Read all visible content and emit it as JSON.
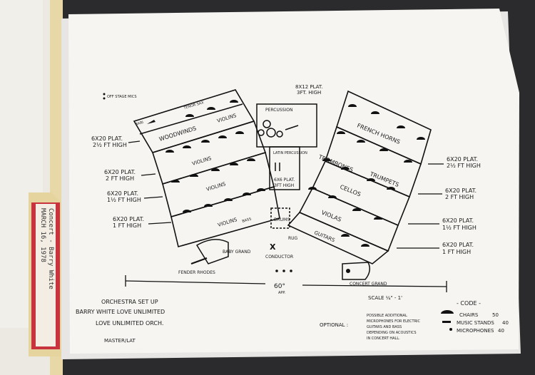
{
  "folder_tab": {
    "date": "MARCH 16, 1978",
    "title": "Concert - Barry White"
  },
  "left_platforms": [
    {
      "label": "6X20 PLAT.",
      "height": "2½ FT HIGH"
    },
    {
      "label": "6X20 PLAT.",
      "height": "2 FT HIGH"
    },
    {
      "label": "6X20 PLAT.",
      "height": "1½ FT HIGH"
    },
    {
      "label": "6X20 PLAT.",
      "height": "1 FT HIGH"
    }
  ],
  "right_platforms": [
    {
      "label": "6X20 PLAT.",
      "height": "2½ FT HIGH"
    },
    {
      "label": "6X20 PLAT.",
      "height": "2 FT HIGH"
    },
    {
      "label": "6X20 PLAT.",
      "height": "1½ FT HIGH"
    },
    {
      "label": "6X20 PLAT.",
      "height": "1 FT HIGH"
    }
  ],
  "left_sections": [
    "WOODWINDS",
    "VIOLINS",
    "VIOLINS",
    "VIOLINS",
    "VIOLINS"
  ],
  "left_small": [
    "TENOR SAX",
    "BARI"
  ],
  "right_sections": [
    "FRENCH HORNS",
    "TROMBONES",
    "TRUMPETS",
    "CELLOS",
    "VIOLAS",
    "GUITARS"
  ],
  "center": {
    "plat_top": "8X12 PLAT.",
    "plat_top_h": "3FT. HIGH",
    "percussion": "PERCUSSION",
    "latin": "LATIN PERCUSSION",
    "plat_mid": "6X6 PLAT.",
    "plat_mid_h": "3FT HIGH",
    "drums": "DRUMS",
    "rug": "RUG",
    "conductor": "CONDUCTOR",
    "bass": "BASS"
  },
  "off_stage": "OFF STAGE MICS",
  "baby_grand": "BABY GRAND",
  "fender": "FENDER RHODES",
  "concert_grand": "CONCERT GRAND",
  "width_label": "60°",
  "width_sub": "APP.",
  "scale": "SCALE ¼\" - 1'",
  "title_lines": [
    "ORCHESTRA SET UP",
    "BARRY WHITE  LOVE UNLIMITED",
    "LOVE UNLIMITED ORCH."
  ],
  "signoff": "MASTER/LAT",
  "optional_label": "OPTIONAL :",
  "optional_note": [
    "POSSIBLE ADDITIONAL",
    "MICROPHONES FOR ELECTRIC",
    "GUITARS AND BASS",
    "DEPENDING ON ACOUSTICS",
    "IN CONCERT HALL."
  ],
  "code_title": "- CODE -",
  "code_items": [
    {
      "name": "CHAIRS",
      "count": "50"
    },
    {
      "name": "MUSIC STANDS",
      "count": "40"
    },
    {
      "name": "MICROPHONES",
      "count": "40"
    }
  ]
}
